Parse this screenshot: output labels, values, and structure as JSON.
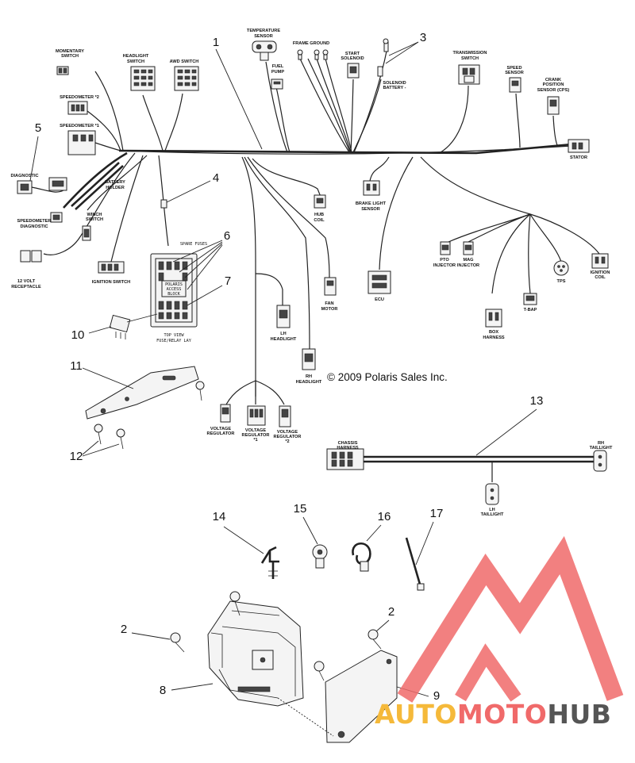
{
  "labels": {
    "temperature_sensor_l1": "TEMPERATURE",
    "temperature_sensor_l2": "SENSOR",
    "frame_ground": "FRAME GROUND",
    "start_solenoid_l1": "START",
    "start_solenoid_l2": "SOLENOID",
    "fuel_pump_l1": "FUEL",
    "fuel_pump_l2": "PUMP",
    "solenoid_battery_l1": "SOLENOID",
    "solenoid_battery_l2": "BATTERY -",
    "transmission_switch_l1": "TRANSMISSION",
    "transmission_switch_l2": "SWITCH",
    "speed_sensor_l1": "SPEED",
    "speed_sensor_l2": "SENSOR",
    "crank_sensor_l1": "CRANK",
    "crank_sensor_l2": "POSITION",
    "crank_sensor_l3": "SENSOR (CPS)",
    "stator": "STATOR",
    "momentary_switch_l1": "MOMENTARY",
    "momentary_switch_l2": "SWITCH",
    "headlight_switch_l1": "HEADLIGHT",
    "headlight_switch_l2": "SWITCH",
    "awd_switch": "AWD SWITCH",
    "speedometer2": "SPEEDOMETER *2",
    "speedometer1": "SPEEDOMETER *1",
    "diagnostic": "DIAGNOSTIC",
    "battery_holder_l1": "BATTERY",
    "battery_holder_l2": "HOLDER",
    "speedo_diag_l1": "SPEEDOMETER",
    "speedo_diag_l2": "DIAGNOSTIC",
    "winch_switch_l1": "WINCH",
    "winch_switch_l2": "SWITCH",
    "receptacle_l1": "12 VOLT",
    "receptacle_l2": "RECEPTACLE",
    "ignition_switch": "IGNITION SWITCH",
    "spare_fuses": "SPARE FUSES",
    "fuse_box_l1": "POLARIS",
    "fuse_box_l2": "ACCESS",
    "fuse_box_l3": "BLOCK",
    "top_view_l1": "TOP VIEW",
    "top_view_l2": "FUSE/RELAY LAY",
    "hub_coil_l1": "HUB",
    "hub_coil_l2": "COIL",
    "brake_light_l1": "BRAKE LIGHT",
    "brake_light_l2": "SENSOR",
    "fan_motor_l1": "FAN",
    "fan_motor_l2": "MOTOR",
    "ecu": "ECU",
    "pto_injector_l1": "PTO",
    "pto_injector_l2": "INJECTOR",
    "mag_injector_l1": "MAG",
    "mag_injector_l2": "INJECTOR",
    "tps": "TPS",
    "ignition_coil_l1": "IGNITION",
    "ignition_coil_l2": "COIL",
    "tbap": "T-BAP",
    "box_harness_l1": "BOX",
    "box_harness_l2": "HARNESS",
    "lh_headlight_l1": "LH",
    "lh_headlight_l2": "HEADLIGHT",
    "rh_headlight_l1": "RH",
    "rh_headlight_l2": "HEADLIGHT",
    "vr_l1": "VOLTAGE",
    "vr_l2": "REGULATOR",
    "vr1_l3": "*1",
    "vr2_l3": "*2",
    "chassis_harness_l1": "CHASSIS",
    "chassis_harness_l2": "HARNESS",
    "rh_taillight_l1": "RH",
    "rh_taillight_l2": "TAILLIGHT",
    "lh_taillight_l1": "LH",
    "lh_taillight_l2": "TAILLIGHT"
  },
  "callouts": {
    "c1": "1",
    "c2a": "2",
    "c2b": "2",
    "c3": "3",
    "c4": "4",
    "c5": "5",
    "c6": "6",
    "c7": "7",
    "c8": "8",
    "c9": "9",
    "c10": "10",
    "c11": "11",
    "c12": "12",
    "c13": "13",
    "c14": "14",
    "c15": "15",
    "c16": "16",
    "c17": "17"
  },
  "copyright": "© 2009 Polaris Sales Inc.",
  "watermark": {
    "part1": "AUTO",
    "part2": "MOTO",
    "part3": "HUB",
    "color_auto": "#f5b93a",
    "color_moto": "#f06a6a",
    "color_hub": "#555555",
    "logo_color": "#f06a6a"
  }
}
